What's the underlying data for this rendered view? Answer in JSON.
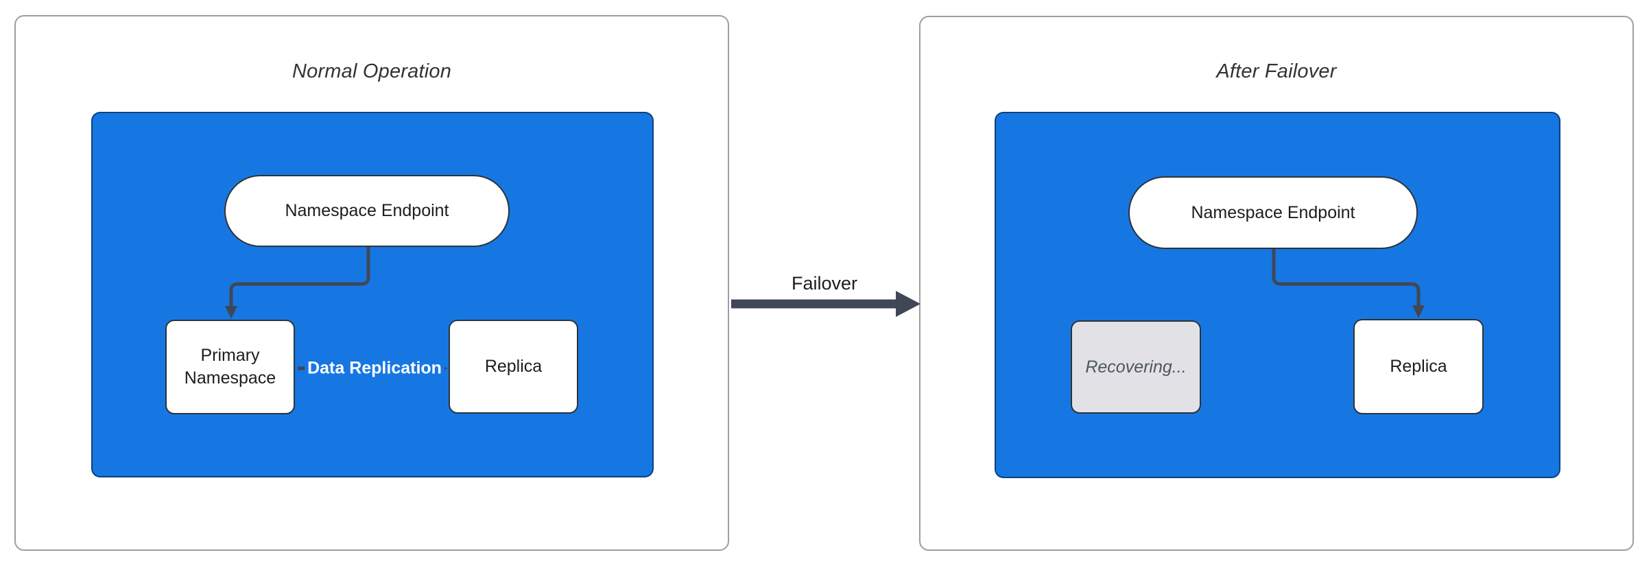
{
  "diagram": {
    "panels": [
      {
        "title": "Normal Operation",
        "nodes": {
          "endpoint": "Namespace Endpoint",
          "primary": "Primary Namespace",
          "replica": "Replica"
        },
        "edge_labels": {
          "replication": "Data Replication"
        }
      },
      {
        "title": "After Failover",
        "nodes": {
          "endpoint": "Namespace Endpoint",
          "recovering": "Recovering...",
          "replica": "Replica"
        }
      }
    ],
    "transition_label": "Failover",
    "colors": {
      "cluster_fill": "#1677E3",
      "node_fill": "#FFFFFF",
      "node_border": "#2E3338",
      "node_text": "#1A1D21",
      "disabled_fill": "#E2E2E6",
      "disabled_text": "#4F565E",
      "edge_color": "#404756",
      "edge_label_text": "#FFFFFF",
      "panel_border": "#9E9E9E",
      "title_text": "#333333"
    }
  }
}
